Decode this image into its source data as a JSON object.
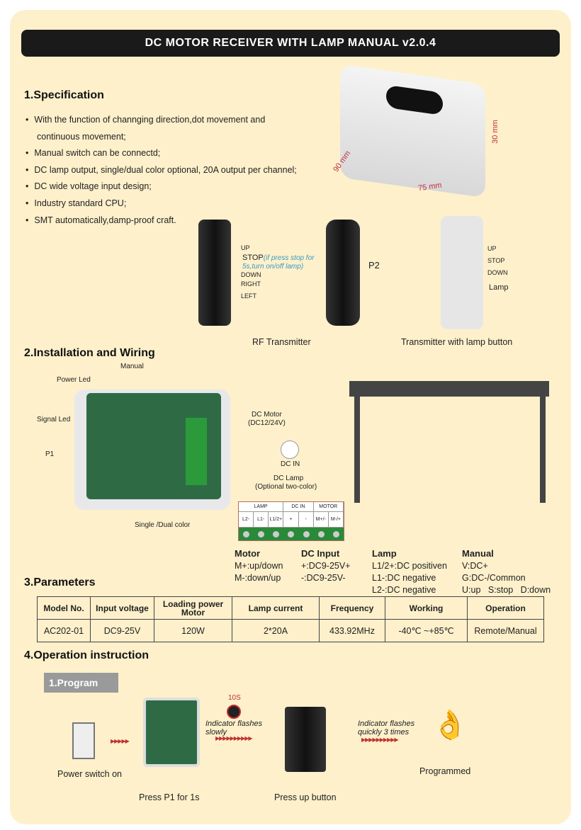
{
  "title": "DC MOTOR  RECEIVER WITH LAMP MANUAL  v2.0.4",
  "spec": {
    "heading": "1.Specification",
    "items": [
      "With the function of channging direction,dot movement and",
      "continuous movement;",
      "Manual switch can be connectd;",
      "DC lamp output, single/dual color optional, 20A output per channel;",
      "DC wide voltage input design;",
      "Industry standard CPU;",
      "SMT automatically,damp-proof craft."
    ],
    "dims": {
      "h": "30 mm",
      "d": "90 mm",
      "w": "75 mm"
    }
  },
  "transmitters": {
    "rf": {
      "up": "UP",
      "stop": "STOP",
      "stop_note": "(if press stop for 5s,turn on/off lamp)",
      "down": "DOWN",
      "right": "RIGHT",
      "left": "LEFT",
      "caption": "RF Transmitter"
    },
    "p2": "P2",
    "lamp": {
      "up": "UP",
      "stop": "STOP",
      "down": "DOWN",
      "lamp": "Lamp",
      "caption": "Transmitter with lamp button"
    }
  },
  "wiring": {
    "heading": "2.Installation and Wiring",
    "manual": "Manual",
    "power_led": "Power Led",
    "signal_led": "Signal Led",
    "p1": "P1",
    "dc_motor": "DC Motor",
    "dc_motor_v": "(DC12/24V)",
    "dc_in": "DC IN",
    "dc_lamp": "DC Lamp",
    "dc_lamp_sub": "(Optional two-color)",
    "single_dual": "Single /Dual color",
    "terminal": {
      "groups": [
        "LAMP",
        "DC IN",
        "MOTOR"
      ],
      "pins": [
        "L2-",
        "L1-",
        "L1/2+",
        "+",
        "-",
        "M+/-",
        "M-/+"
      ]
    },
    "legend": [
      {
        "title": "Motor",
        "lines": [
          "M+:up/down",
          "M-:down/up"
        ]
      },
      {
        "title": "DC Input",
        "lines": [
          "+:DC9-25V+",
          "-:DC9-25V-"
        ]
      },
      {
        "title": "Lamp",
        "lines": [
          "L1/2+:DC positiven",
          "L1-:DC negative",
          "L2-:DC negative"
        ]
      },
      {
        "title": "Manual",
        "lines": [
          "V:DC+",
          "G:DC-/Common",
          "U:up   S:stop   D:down"
        ]
      }
    ]
  },
  "params": {
    "heading": "3.Parameters",
    "headers": [
      "Model No.",
      "Input voltage",
      "Loading power Motor",
      "Lamp current",
      "Frequency",
      "Working",
      "Operation"
    ],
    "row": [
      "AC202-01",
      "DC9-25V",
      "120W",
      "2*20A",
      "433.92MHz",
      "-40℃ ~+85℃",
      "Remote/Manual"
    ]
  },
  "operation": {
    "heading": "4.Operation instruction",
    "program": "1.Program",
    "timer": "10S",
    "ind_slow": "Indicator flashes slowly",
    "ind_quick": "Indicator flashes quickly 3 times",
    "steps": [
      "Power switch on",
      "Press P1 for 1s",
      "Press up button",
      "Programmed"
    ]
  }
}
